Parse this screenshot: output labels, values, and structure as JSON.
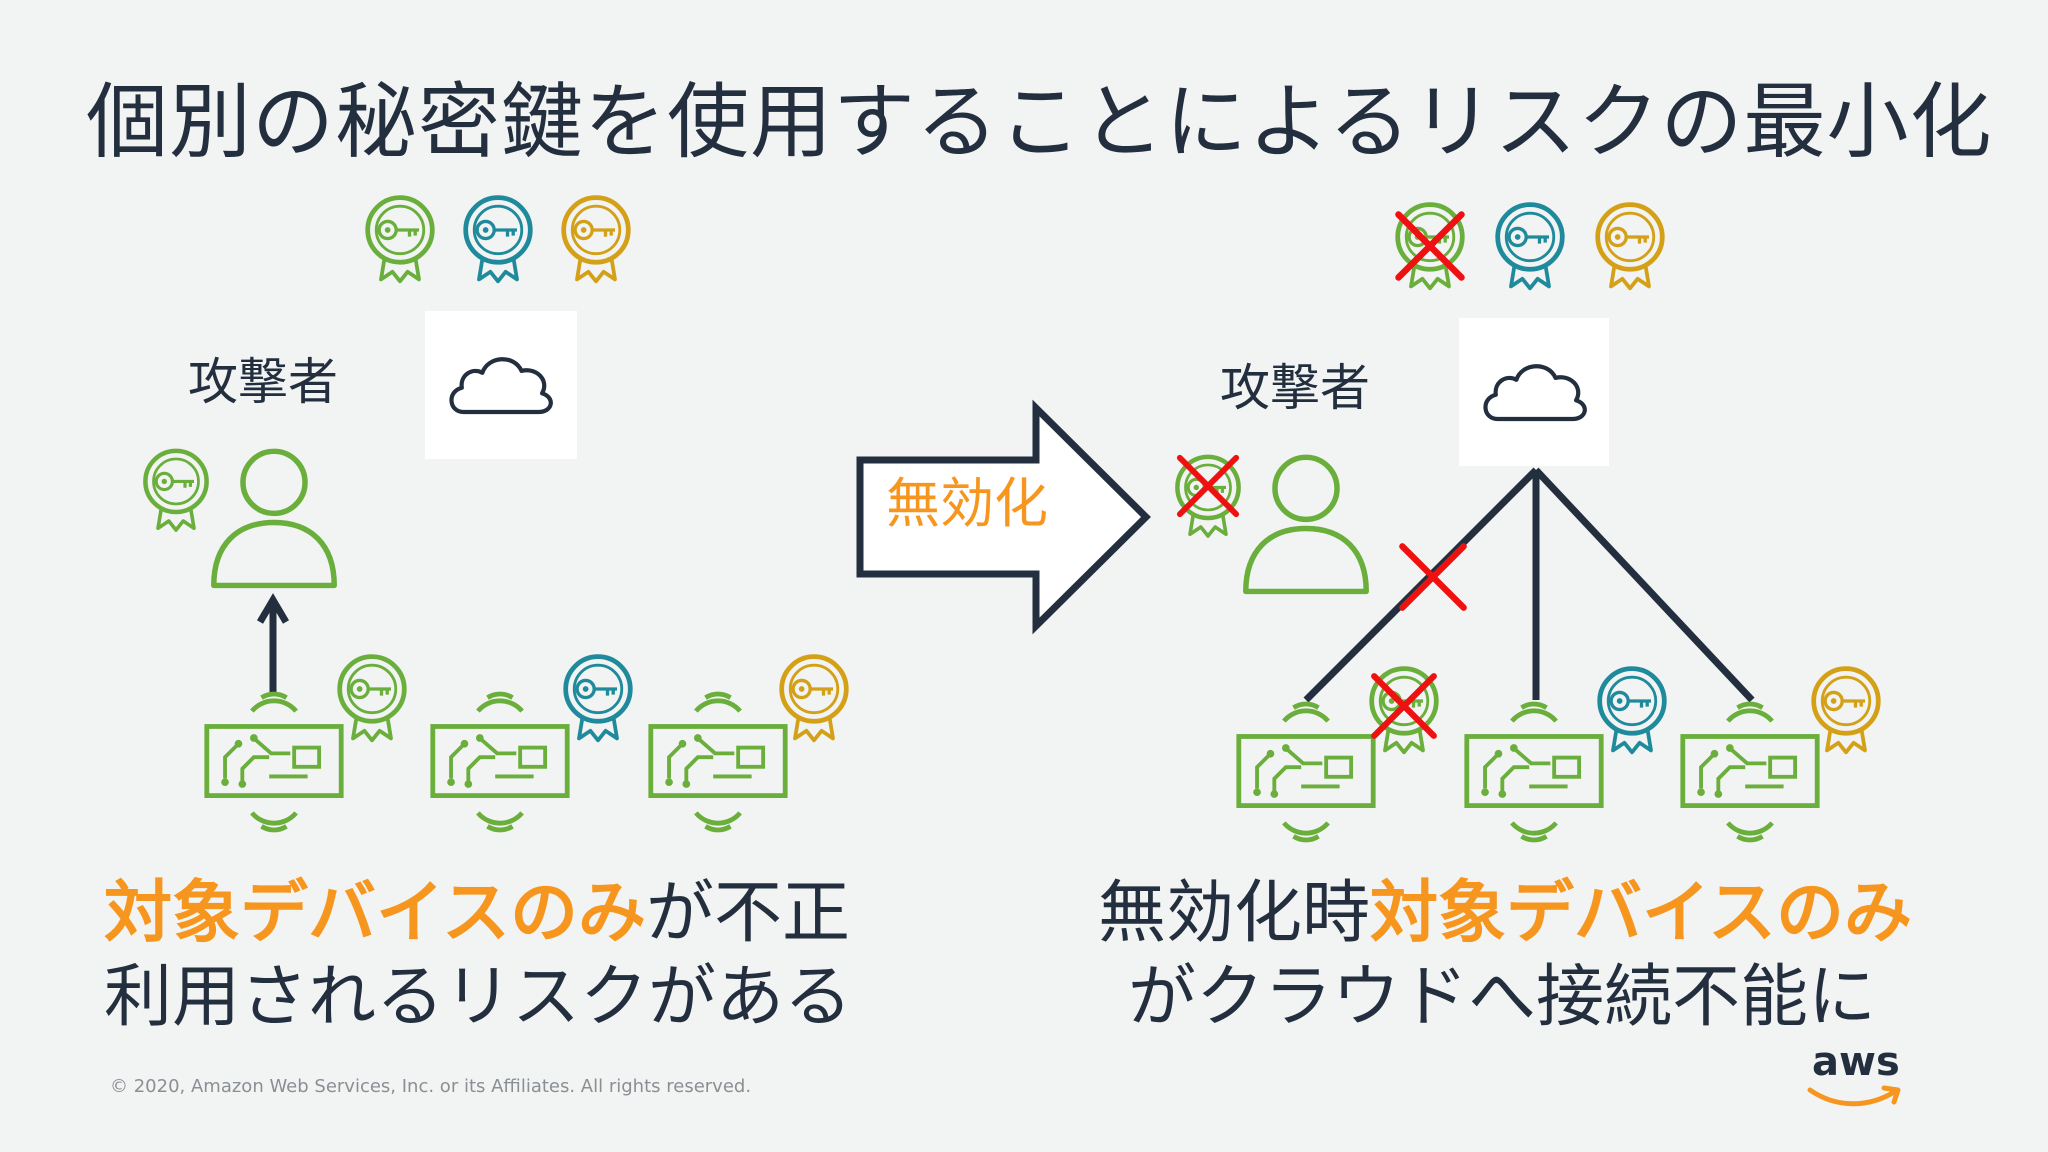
{
  "slide": {
    "title": "個別の秘密鍵を使用することによるリスクの最小化",
    "left": {
      "attacker_label": "攻撃者",
      "caption_line1_highlight": "対象デバイスのみ",
      "caption_line1_rest": "が不正",
      "caption_line2": "利用されるリスクがある"
    },
    "arrow_label": "無効化",
    "right": {
      "attacker_label": "攻撃者",
      "caption_line1_prefix": "無効化時",
      "caption_line1_highlight": "対象デバイスのみ",
      "caption_line2": "がクラウドへ接続不能に"
    },
    "copyright": "© 2020, Amazon Web Services, Inc. or its Affiliates. All rights reserved.",
    "logo_text": "aws"
  },
  "colors": {
    "green": "#6aae3c",
    "teal": "#1f8a9c",
    "gold": "#d4a017",
    "orange": "#f7961e",
    "navy": "#232f3e",
    "red": "#ee1111"
  },
  "icons": [
    "certificate-key-icon",
    "cloud-icon",
    "user-icon",
    "iot-device-icon",
    "cross-icon",
    "right-arrow-icon",
    "aws-logo"
  ]
}
